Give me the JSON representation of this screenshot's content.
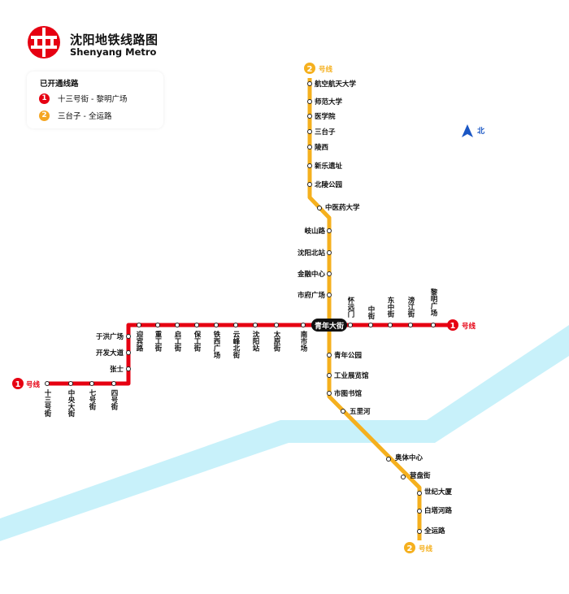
{
  "header": {
    "title_cn": "沈阳地铁线路图",
    "title_en": "Shenyang Metro",
    "logo_color": "#e60012"
  },
  "legend": {
    "title": "已开通线路",
    "items": [
      {
        "number": "1",
        "label": "十三号街 - 黎明广场",
        "color": "#e60012"
      },
      {
        "number": "2",
        "label": "三台子 - 全运路",
        "color": "#f5a623"
      }
    ]
  },
  "compass": {
    "label": "北",
    "color": "#1a56c4"
  },
  "colors": {
    "line1": "#e60012",
    "line2": "#f5b01e",
    "river": "#c8f1fa",
    "transfer_bg": "#111111"
  },
  "line_tags": {
    "line1_west": {
      "number": "1",
      "suffix": "号线"
    },
    "line1_east": {
      "number": "1",
      "suffix": "号线"
    },
    "line2_north": {
      "number": "2",
      "suffix": "号线"
    },
    "line2_south": {
      "number": "2",
      "suffix": "号线"
    }
  },
  "transfer_station": {
    "name": "青年大街"
  },
  "line1": {
    "name": "1号线",
    "stations": [
      "十三号街",
      "中央大街",
      "七号街",
      "四号街",
      "张士",
      "开发大道",
      "于洪广场",
      "迎宾路",
      "重工街",
      "启工街",
      "保工街",
      "铁西广场",
      "云峰北街",
      "沈阳站",
      "太原街",
      "南市场",
      "青年大街",
      "怀远门",
      "中街",
      "东中街",
      "滂江街",
      "黎明广场"
    ]
  },
  "line2": {
    "name": "2号线",
    "stations": [
      "航空航天大学",
      "师范大学",
      "医学院",
      "三台子",
      "陵西",
      "新乐遗址",
      "北陵公园",
      "中医药大学",
      "岐山路",
      "沈阳北站",
      "金融中心",
      "市府广场",
      "青年大街",
      "青年公园",
      "工业展览馆",
      "市图书馆",
      "五里河",
      "奥体中心",
      "营盘街",
      "世纪大厦",
      "白塔河路",
      "全运路"
    ]
  }
}
